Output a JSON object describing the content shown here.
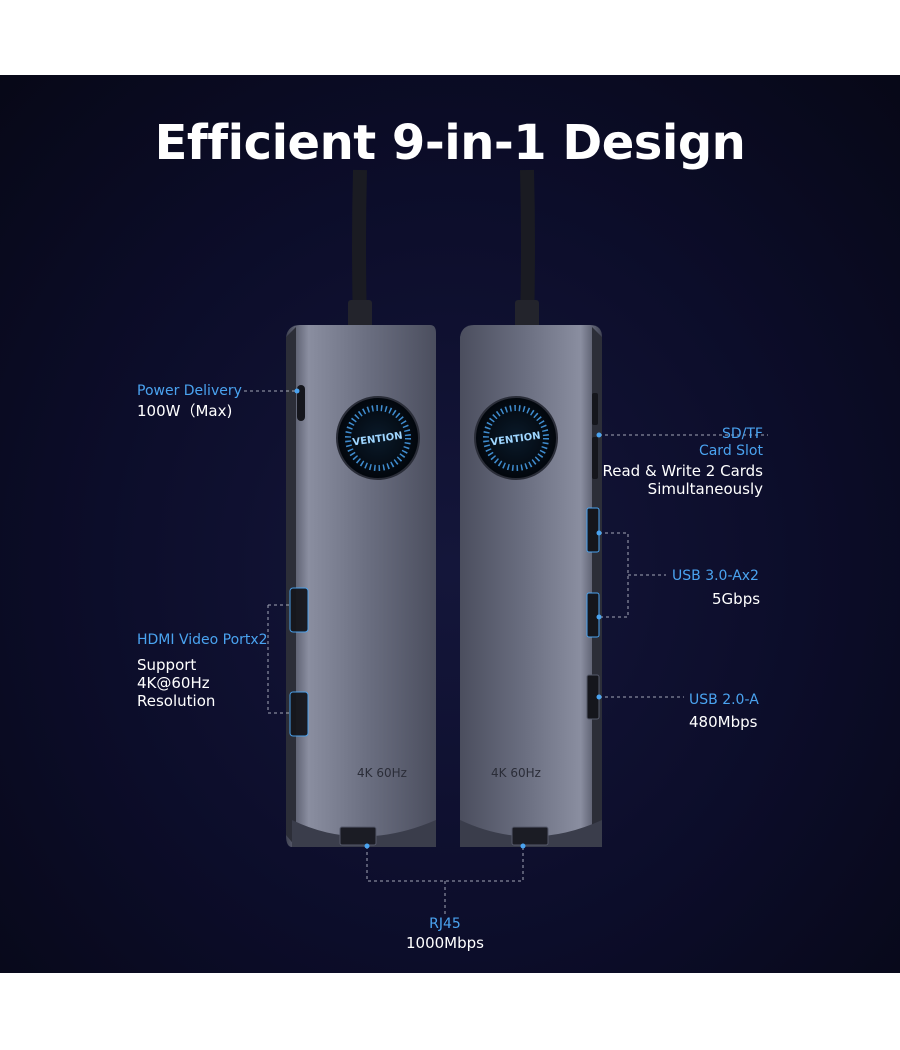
{
  "title": "Efficient 9-in-1 Design",
  "device": {
    "logo": "VENTION",
    "left_print": "4K 60Hz",
    "right_print": "4K 60Hz"
  },
  "labels": {
    "power_delivery": {
      "name": "Power Delivery",
      "detail": "100W（Max)"
    },
    "hdmi": {
      "name": "HDMI Video Portx2",
      "detail_lines": [
        "Support",
        "4K@60Hz",
        "Resolution"
      ]
    },
    "sd_tf": {
      "name_lines": [
        "SD/TF",
        "Card Slot"
      ],
      "detail_lines": [
        "Read & Write 2 Cards",
        "Simultaneously"
      ]
    },
    "usb3": {
      "name": "USB 3.0-Ax2",
      "detail": "5Gbps"
    },
    "usb2": {
      "name": "USB 2.0-A",
      "detail": "480Mbps"
    },
    "rj45": {
      "name": "RJ45",
      "detail": "1000Mbps"
    }
  },
  "colors": {
    "accent_blue": "#4aa3f0",
    "background": "#0c0d2a",
    "device_gray": "#6b6f80"
  },
  "icons": [
    "vention-logo-display",
    "usb-c-port-icon",
    "hdmi-port-icon",
    "usb-a-port-icon",
    "card-slot-icon",
    "rj45-port-icon"
  ]
}
